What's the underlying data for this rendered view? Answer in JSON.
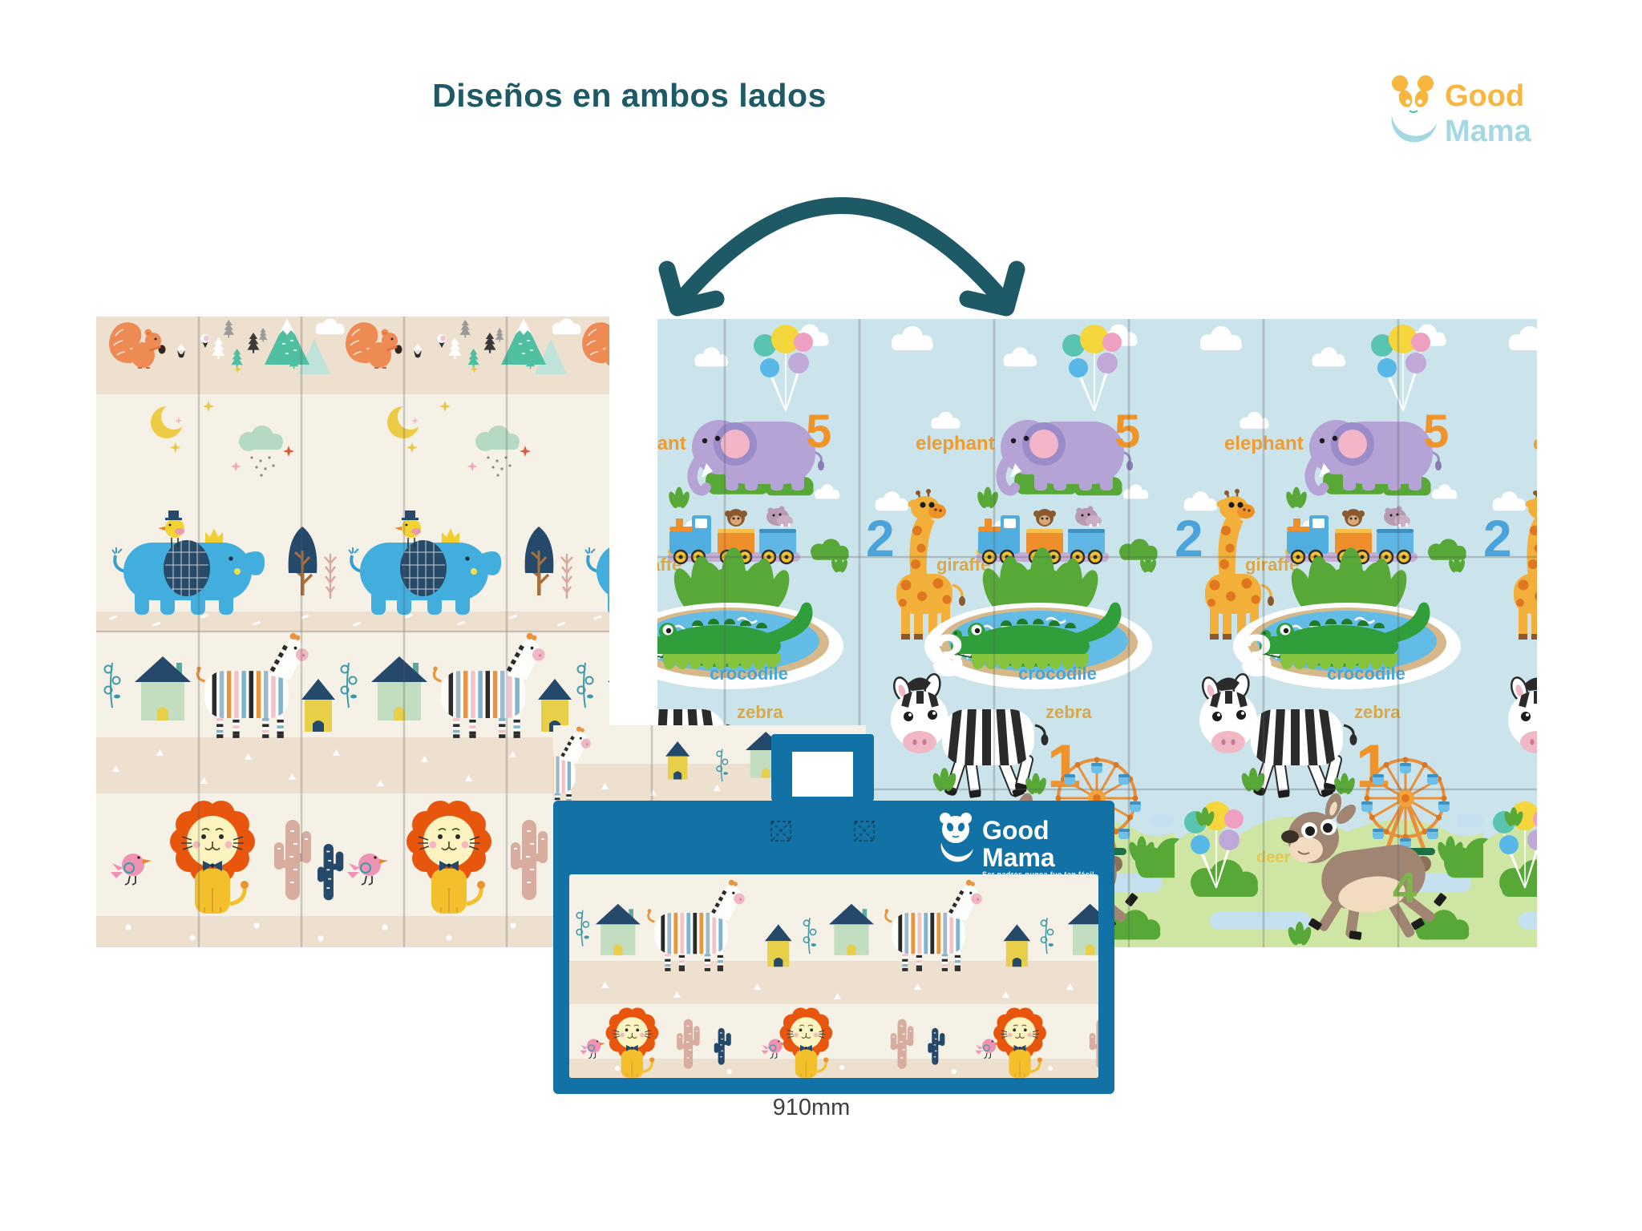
{
  "page": {
    "title": "Diseños en ambos lados",
    "dimension_label": "910mm"
  },
  "brand": {
    "word1": "Good",
    "word2": "Mama",
    "tagline": "Ser padres nunca fue tan fácil"
  },
  "right_mat": {
    "labels": {
      "elephant": "elephant",
      "giraffe": "giraffe",
      "crocodile": "crocodile",
      "zebra": "zebra",
      "deer": "deer"
    },
    "numbers": {
      "elephant": "5",
      "giraffe": "2",
      "crocodile": "3",
      "zebra": "1",
      "deer": "4"
    }
  },
  "colors": {
    "title_teal": "#1e5a66",
    "brand_orange": "#f6b63f",
    "brand_blue": "#a5d8e2",
    "package_blue": "#1272a6",
    "mat_cream": "#f6f1e7",
    "mat_beige": "#eee0cf",
    "sky_blue": "#cbe3eb",
    "grass_green": "#cfe5a4",
    "number_orange": "#f09429",
    "number_blue": "#4aa3da",
    "number_green": "#7ab648",
    "label_tan": "#d8a84b"
  }
}
